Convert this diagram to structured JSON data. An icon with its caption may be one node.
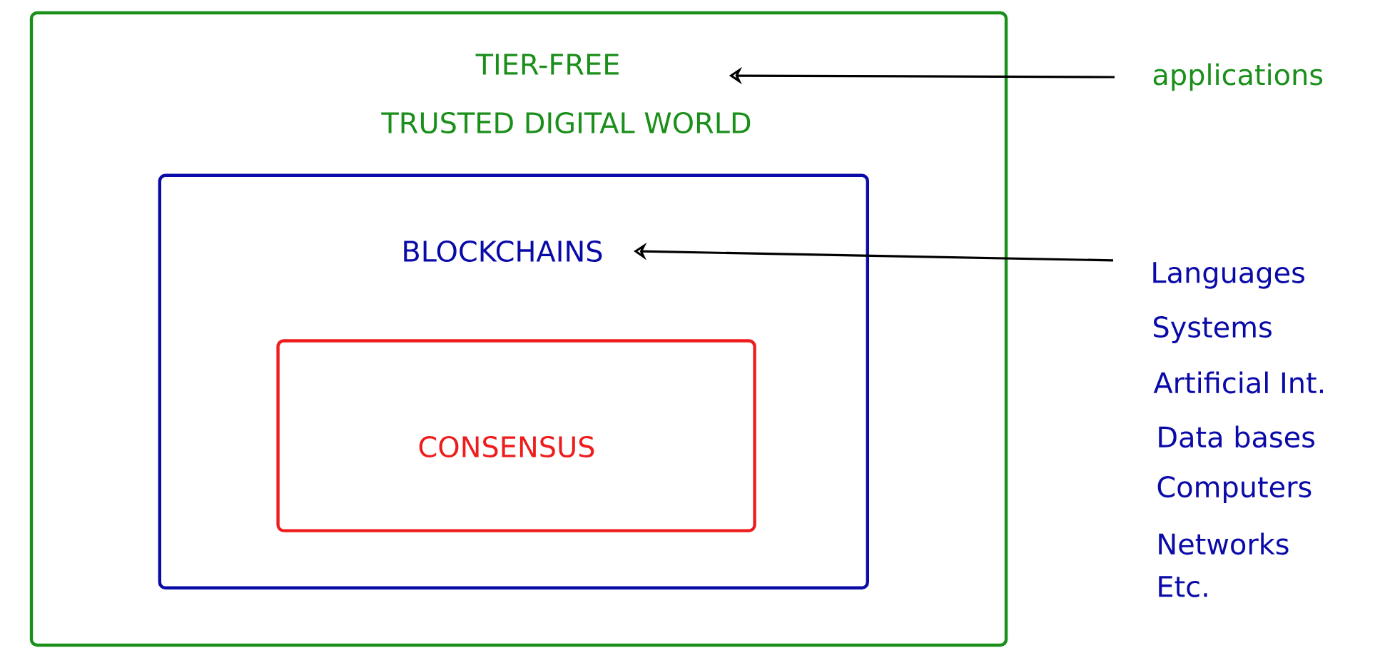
{
  "diagram": {
    "nodes": [
      {
        "text": [
          "TIER-FREE",
          "TRUSTED DIGITAL WORLD"
        ]
      },
      {
        "text": [
          "BLOCKCHAINS"
        ],
        "in": 0
      },
      {
        "text": [
          "CONSENSUS"
        ],
        "in": 1
      },
      {
        "text": [
          "applications"
        ]
      },
      {
        "text": [
          "Languages",
          "Systems",
          "Artificial Int.",
          "Data bases",
          "Computers",
          "Networks",
          "Etc."
        ]
      }
    ],
    "edges": [
      {
        "from": 3,
        "to": 0,
        "arrow": "to"
      },
      {
        "from": 4,
        "to": 1,
        "arrow": "to"
      }
    ]
  }
}
